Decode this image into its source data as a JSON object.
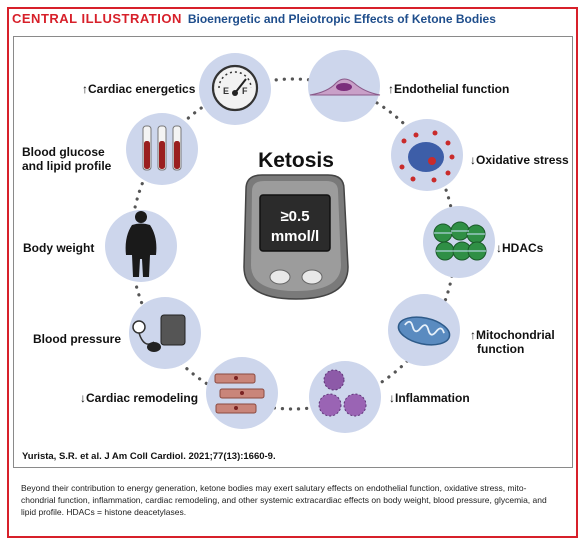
{
  "header": {
    "badge": "CENTRAL ILLUSTRATION",
    "title": "Bioenergetic and Pleiotropic Effects of Ketone Bodies"
  },
  "center": {
    "title": "Ketosis",
    "meter_value": "≥0.5",
    "meter_unit": "mmol/l"
  },
  "effects": [
    {
      "arrow": "↑",
      "label": "Cardiac energetics",
      "icon": "fuel-gauge-icon"
    },
    {
      "arrow": "↑",
      "label": "Endothelial function",
      "icon": "endothelial-cell-icon"
    },
    {
      "arrow": "↓",
      "label": "Oxidative stress",
      "icon": "oxidative-cell-icon"
    },
    {
      "arrow": "↓",
      "label": "HDACs",
      "icon": "nucleosome-icon"
    },
    {
      "arrow": "↑",
      "label_line1": "Mitochondrial",
      "label_line2": "function",
      "icon": "mitochondrion-icon"
    },
    {
      "arrow": "↓",
      "label": "Inflammation",
      "icon": "immune-cells-icon"
    },
    {
      "arrow": "↓",
      "label": "Cardiac remodeling",
      "icon": "cardiomyocytes-icon"
    },
    {
      "arrow": "",
      "label": "Blood pressure",
      "icon": "blood-pressure-cuff-icon"
    },
    {
      "arrow": "",
      "label": "Body weight",
      "icon": "human-silhouette-icon"
    },
    {
      "arrow": "",
      "label_line1": "Blood glucose",
      "label_line2": "and lipid profile",
      "icon": "blood-tubes-icon"
    }
  ],
  "citation": "Yurista, S.R. et al. J Am Coll Cardiol. 2021;77(13):1660-9.",
  "caption_lines": [
    "Beyond their contribution to energy generation, ketone bodies may exert salutary effects on endothelial function, oxidative stress, mito-",
    "chondrial function, inflammation, cardiac remodeling, and other systemic extracardiac effects on body weight, blood pressure, glycemia, and",
    "lipid profile. HDACs = histone deacetylases."
  ],
  "colors": {
    "frame_red": "#d7202a",
    "title_blue": "#1f4e8c",
    "circle_fill": "#cdd6ec",
    "ring_dots": "#555555"
  }
}
